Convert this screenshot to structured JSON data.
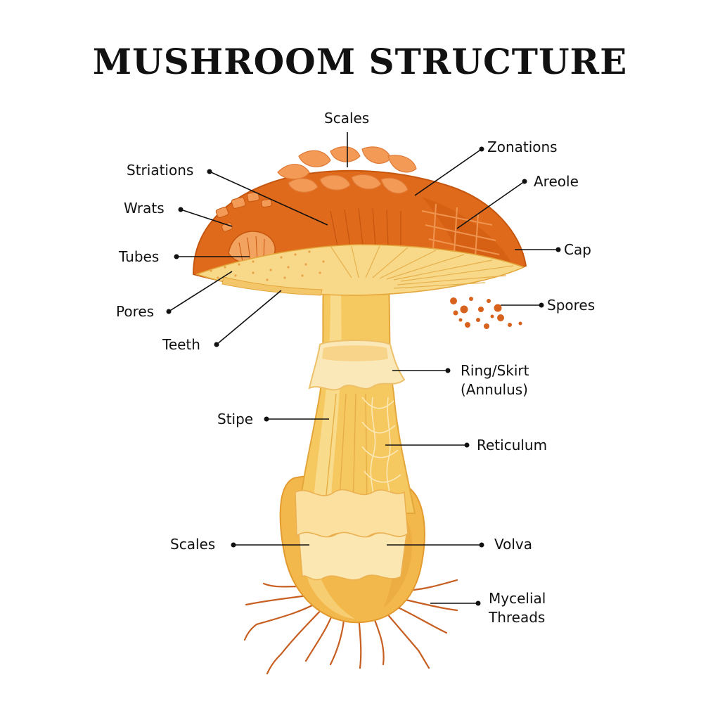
{
  "title": "MUSHROOM STRUCTURE",
  "colors": {
    "cap": "#E06A1B",
    "cap_dark": "#C5560F",
    "cap_scale": "#F29A56",
    "gill": "#F8D98A",
    "stipe": "#F6C860",
    "stipe_light": "#FBE3A0",
    "volva": "#F3B84C",
    "thread": "#C85F22",
    "spore": "#D7621E",
    "leader": "#111111"
  },
  "labels": {
    "scales_top": "Scales",
    "zonations": "Zonations",
    "striations": "Striations",
    "areole": "Areole",
    "wrats": "Wrats",
    "tubes": "Tubes",
    "cap": "Cap",
    "pores": "Pores",
    "spores": "Spores",
    "teeth": "Teeth",
    "ring_line1": "Ring/Skirt",
    "ring_line2": "(Annulus)",
    "stipe": "Stipe",
    "reticulum": "Reticulum",
    "scales_bottom": "Scales",
    "volva": "Volva",
    "mycelial_line1": "Mycelial",
    "mycelial_line2": "Threads"
  }
}
